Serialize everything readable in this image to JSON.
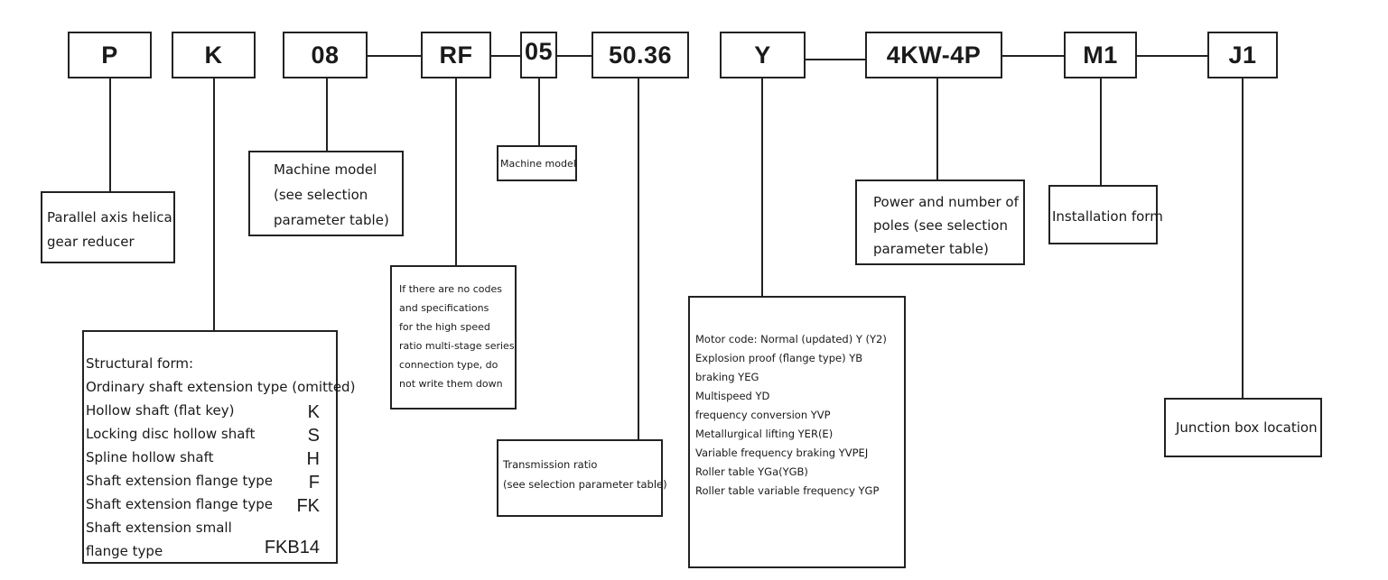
{
  "codes": [
    "P",
    "K",
    "08",
    "RF",
    "05",
    "50.36",
    "Y",
    "4KW-4P",
    "M1",
    "J1"
  ],
  "descriptions": {
    "p": [
      "Parallel axis helical",
      "gear reducer"
    ],
    "machine_model_1": [
      "Machine model",
      "(see selection",
      "parameter table)"
    ],
    "machine_model_2": [
      "Machine model"
    ],
    "no_codes": [
      "If there are no codes",
      "and specifications",
      "for the high speed",
      "ratio multi-stage series",
      "connection type, do",
      "not write them down"
    ],
    "transmission": [
      "Transmission ratio",
      "(see selection parameter table)"
    ],
    "power": [
      "Power and number of",
      "poles (see selection",
      "parameter table)"
    ],
    "installation": [
      "Installation form"
    ],
    "junction": [
      "Junction box location"
    ]
  },
  "structural": {
    "title": "Structural form:",
    "rows": [
      {
        "label": "Ordinary shaft extension type (omitted)",
        "code": ""
      },
      {
        "label": "Hollow shaft (flat key)",
        "code": "K"
      },
      {
        "label": "Locking disc hollow shaft",
        "code": "S"
      },
      {
        "label": "Spline hollow shaft",
        "code": "H"
      },
      {
        "label": "Shaft extension flange type",
        "code": "F"
      },
      {
        "label": "Shaft extension flange type",
        "code": "FK"
      },
      {
        "label": "Shaft extension small",
        "code": ""
      },
      {
        "label": "flange type",
        "code": "FKB14"
      }
    ]
  },
  "motor": [
    "Motor code: Normal (updated) Y (Y2)",
    "Explosion proof (flange type) YB",
    "braking  YEG",
    "Multispeed  YD",
    "frequency conversion  YVP",
    "Metallurgical lifting  YER(E)",
    "Variable frequency braking  YVPEJ",
    "Roller table  YGa(YGB)",
    "Roller table variable frequency  YGP"
  ]
}
